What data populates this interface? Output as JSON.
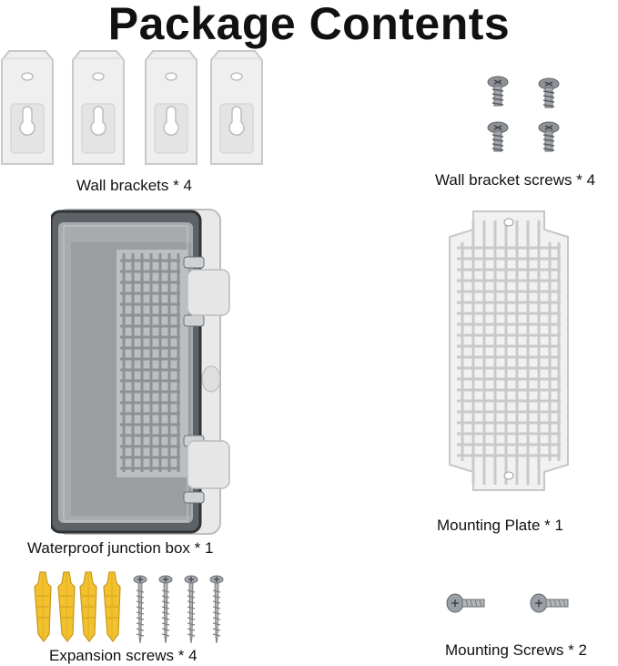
{
  "title": "Package Contents",
  "items": {
    "wall_brackets": {
      "label": "Wall brackets * 4"
    },
    "wall_bracket_screws": {
      "label": "Wall bracket screws * 4"
    },
    "junction_box": {
      "label": "Waterproof junction box * 1"
    },
    "mounting_plate": {
      "label": "Mounting Plate * 1"
    },
    "expansion_screws": {
      "label": "Expansion screws * 4"
    },
    "mounting_screws": {
      "label": "Mounting Screws * 2"
    }
  },
  "colors": {
    "plastic_white": "#efefef",
    "plastic_edge": "#c9c9c9",
    "clear_lid": "#8f9396",
    "anchor_yellow": "#f2c12e",
    "metal": "#9ea3a8"
  }
}
